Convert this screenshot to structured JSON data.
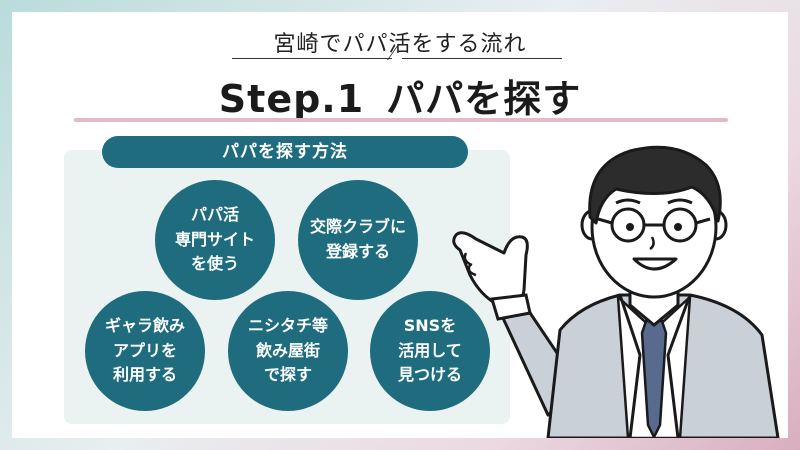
{
  "header": {
    "subtitle": "宮崎でパパ活をする流れ",
    "step": "Step.1",
    "title": "パパを探す"
  },
  "panel": {
    "heading": "パパを探す方法",
    "methods": [
      {
        "lines": [
          "パパ活",
          "専門サイト",
          "を使う"
        ]
      },
      {
        "lines": [
          "交際クラブに",
          "登録する"
        ]
      },
      {
        "lines": [
          "ギャラ飲み",
          "アプリを",
          "利用する"
        ]
      },
      {
        "lines": [
          "ニシタチ等",
          "飲み屋街",
          "で探す"
        ]
      },
      {
        "lines": [
          "SNSを",
          "活用して",
          "見つける"
        ]
      }
    ]
  },
  "colors": {
    "accent_teal": "#1e6c7d",
    "panel_bg": "#eaf2f2",
    "rule_pink": "#e7b8c6",
    "suit_gray": "#c9d0d8"
  },
  "illustration": {
    "icon": "businessman-pointing-icon"
  }
}
